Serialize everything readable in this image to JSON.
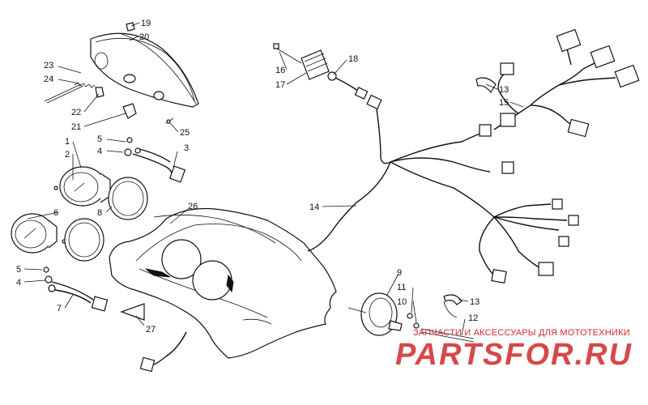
{
  "callouts": [
    {
      "id": "19",
      "label": "19"
    },
    {
      "id": "20",
      "label": "20"
    },
    {
      "id": "23",
      "label": "23"
    },
    {
      "id": "24",
      "label": "24"
    },
    {
      "id": "22",
      "label": "22"
    },
    {
      "id": "21",
      "label": "21"
    },
    {
      "id": "25",
      "label": "25"
    },
    {
      "id": "5a",
      "label": "5"
    },
    {
      "id": "4a",
      "label": "4"
    },
    {
      "id": "1",
      "label": "1"
    },
    {
      "id": "2",
      "label": "2"
    },
    {
      "id": "3",
      "label": "3"
    },
    {
      "id": "8",
      "label": "8"
    },
    {
      "id": "6",
      "label": "6"
    },
    {
      "id": "26",
      "label": "26"
    },
    {
      "id": "5b",
      "label": "5"
    },
    {
      "id": "4b",
      "label": "4"
    },
    {
      "id": "7",
      "label": "7"
    },
    {
      "id": "27",
      "label": "27"
    },
    {
      "id": "16",
      "label": "16"
    },
    {
      "id": "17",
      "label": "17"
    },
    {
      "id": "18",
      "label": "18"
    },
    {
      "id": "13a",
      "label": "13"
    },
    {
      "id": "15",
      "label": "15"
    },
    {
      "id": "14",
      "label": "14"
    },
    {
      "id": "9",
      "label": "9"
    },
    {
      "id": "11",
      "label": "11"
    },
    {
      "id": "10",
      "label": "10"
    },
    {
      "id": "13b",
      "label": "13"
    },
    {
      "id": "12",
      "label": "12"
    }
  ],
  "watermark": {
    "caption": "ЗАПЧАСТИ И АКСЕССУАРЫ ДЛЯ МОТОТЕХНИКИ",
    "logo": "PARTSFOR.RU",
    "color": "#d02a2a"
  },
  "colors": {
    "line": "#111111",
    "background": "#ffffff"
  }
}
